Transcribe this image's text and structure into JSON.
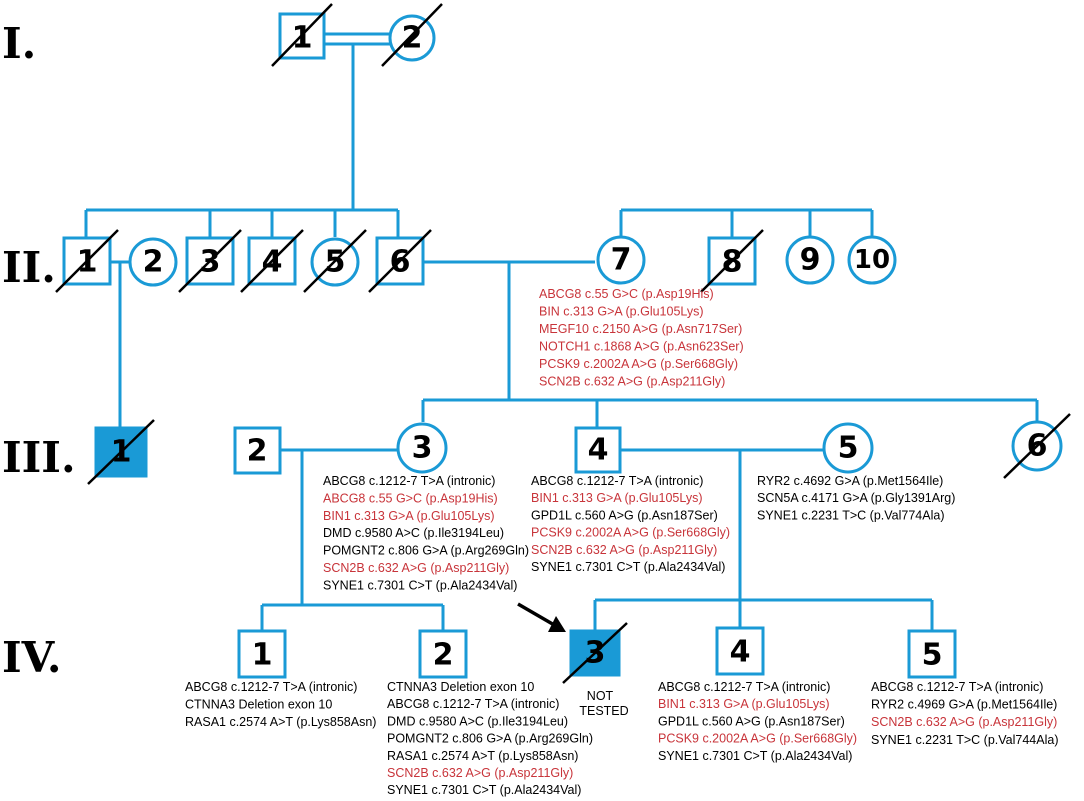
{
  "colors": {
    "line": "#1a9ad6",
    "affected_fill": "#1a9ad6",
    "pathogenic_variant_text": "#c8343a",
    "variant_text": "#000000"
  },
  "generations": [
    "I.",
    "II.",
    "III.",
    "IV."
  ],
  "individuals": {
    "I_1": {
      "label": "1",
      "sex": "male",
      "deceased": true,
      "affected": false
    },
    "I_2": {
      "label": "2",
      "sex": "female",
      "deceased": true,
      "affected": false
    },
    "II_1": {
      "label": "1",
      "sex": "male",
      "deceased": true,
      "affected": false
    },
    "II_2": {
      "label": "2",
      "sex": "female",
      "deceased": false,
      "affected": false
    },
    "II_3": {
      "label": "3",
      "sex": "male",
      "deceased": true,
      "affected": false
    },
    "II_4": {
      "label": "4",
      "sex": "male",
      "deceased": true,
      "affected": false
    },
    "II_5": {
      "label": "5",
      "sex": "female",
      "deceased": true,
      "affected": false
    },
    "II_6": {
      "label": "6",
      "sex": "male",
      "deceased": true,
      "affected": false
    },
    "II_7": {
      "label": "7",
      "sex": "female",
      "deceased": false,
      "affected": false
    },
    "II_8": {
      "label": "8",
      "sex": "male",
      "deceased": true,
      "affected": false
    },
    "II_9": {
      "label": "9",
      "sex": "female",
      "deceased": false,
      "affected": false
    },
    "II_10": {
      "label": "10",
      "sex": "female",
      "deceased": false,
      "affected": false
    },
    "III_1": {
      "label": "1",
      "sex": "male",
      "deceased": true,
      "affected": true
    },
    "III_2": {
      "label": "2",
      "sex": "male",
      "deceased": false,
      "affected": false
    },
    "III_3": {
      "label": "3",
      "sex": "female",
      "deceased": false,
      "affected": false
    },
    "III_4": {
      "label": "4",
      "sex": "male",
      "deceased": false,
      "affected": false
    },
    "III_5": {
      "label": "5",
      "sex": "female",
      "deceased": false,
      "affected": false
    },
    "III_6": {
      "label": "6",
      "sex": "female",
      "deceased": true,
      "affected": false
    },
    "IV_1": {
      "label": "1",
      "sex": "male",
      "deceased": false,
      "affected": false
    },
    "IV_2": {
      "label": "2",
      "sex": "male",
      "deceased": false,
      "affected": false
    },
    "IV_3": {
      "label": "3",
      "sex": "male",
      "deceased": true,
      "affected": true,
      "proband": true
    },
    "IV_4": {
      "label": "4",
      "sex": "male",
      "deceased": false,
      "affected": false
    },
    "IV_5": {
      "label": "5",
      "sex": "male",
      "deceased": false,
      "affected": false
    }
  },
  "variants": {
    "II_7": [
      {
        "text": "ABCG8 c.55 G>C (p.Asp19His)",
        "highlight": true
      },
      {
        "text": "BIN c.313 G>A (p.Glu105Lys)",
        "highlight": true
      },
      {
        "text": "MEGF10 c.2150 A>G (p.Asn717Ser)",
        "highlight": true
      },
      {
        "text": "NOTCH1 c.1868 A>G (p.Asn623Ser)",
        "highlight": true
      },
      {
        "text": "PCSK9 c.2002A A>G (p.Ser668Gly)",
        "highlight": true
      },
      {
        "text": "SCN2B c.632 A>G (p.Asp211Gly)",
        "highlight": true
      }
    ],
    "III_3": [
      {
        "text": "ABCG8 c.1212-7 T>A (intronic)",
        "highlight": false
      },
      {
        "text": "ABCG8 c.55 G>C (p.Asp19His)",
        "highlight": true
      },
      {
        "text": "BIN1 c.313 G>A (p.Glu105Lys)",
        "highlight": true
      },
      {
        "text": "DMD c.9580 A>C (p.Ile3194Leu)",
        "highlight": false
      },
      {
        "text": "POMGNT2 c.806 G>A (p.Arg269Gln)",
        "highlight": false
      },
      {
        "text": "SCN2B c.632 A>G (p.Asp211Gly)",
        "highlight": true
      },
      {
        "text": "SYNE1 c.7301 C>T (p.Ala2434Val)",
        "highlight": false
      }
    ],
    "III_4": [
      {
        "text": "ABCG8 c.1212-7 T>A (intronic)",
        "highlight": false
      },
      {
        "text": "BIN1 c.313 G>A (p.Glu105Lys)",
        "highlight": true
      },
      {
        "text": "GPD1L c.560 A>G (p.Asn187Ser)",
        "highlight": false
      },
      {
        "text": "PCSK9 c.2002A A>G (p.Ser668Gly)",
        "highlight": true
      },
      {
        "text": "SCN2B c.632 A>G (p.Asp211Gly)",
        "highlight": true
      },
      {
        "text": "SYNE1 c.7301 C>T (p.Ala2434Val)",
        "highlight": false
      }
    ],
    "III_5": [
      {
        "text": "RYR2 c.4692 G>A (p.Met1564Ile)",
        "highlight": false
      },
      {
        "text": "SCN5A c.4171 G>A (p.Gly1391Arg)",
        "highlight": false
      },
      {
        "text": "SYNE1 c.2231 T>C (p.Val774Ala)",
        "highlight": false
      }
    ],
    "IV_1": [
      {
        "text": "ABCG8 c.1212-7 T>A (intronic)",
        "highlight": false
      },
      {
        "text": "CTNNA3 Deletion exon 10",
        "highlight": false
      },
      {
        "text": "RASA1 c.2574 A>T (p.Lys858Asn)",
        "highlight": false
      }
    ],
    "IV_2": [
      {
        "text": "CTNNA3 Deletion exon 10",
        "highlight": false
      },
      {
        "text": "ABCG8 c.1212-7 T>A (intronic)",
        "highlight": false
      },
      {
        "text": "DMD c.9580 A>C (p.Ile3194Leu)",
        "highlight": false
      },
      {
        "text": "POMGNT2 c.806 G>A (p.Arg269Gln)",
        "highlight": false
      },
      {
        "text": "RASA1 c.2574 A>T (p.Lys858Asn)",
        "highlight": false
      },
      {
        "text": "SCN2B c.632 A>G (p.Asp211Gly)",
        "highlight": true
      },
      {
        "text": "SYNE1 c.7301 C>T (p.Ala2434Val)",
        "highlight": false
      }
    ],
    "IV_4": [
      {
        "text": "ABCG8 c.1212-7 T>A (intronic)",
        "highlight": false
      },
      {
        "text": "BIN1 c.313 G>A (p.Glu105Lys)",
        "highlight": true
      },
      {
        "text": "GPD1L c.560 A>G (p.Asn187Ser)",
        "highlight": false
      },
      {
        "text": "PCSK9 c.2002A A>G (p.Ser668Gly)",
        "highlight": true
      },
      {
        "text": "SYNE1 c.7301 C>T (p.Ala2434Val)",
        "highlight": false
      }
    ],
    "IV_5": [
      {
        "text": "ABCG8 c.1212-7 T>A (intronic)",
        "highlight": false
      },
      {
        "text": "RYR2 c.4969 G>A (p.Met1564Ile)",
        "highlight": false
      },
      {
        "text": "SCN2B c.632 A>G (p.Asp211Gly)",
        "highlight": true
      },
      {
        "text": "SYNE1 c.2231 T>C (p.Val744Ala)",
        "highlight": false
      }
    ]
  },
  "not_tested": {
    "line1": "NOT",
    "line2": "TESTED"
  }
}
